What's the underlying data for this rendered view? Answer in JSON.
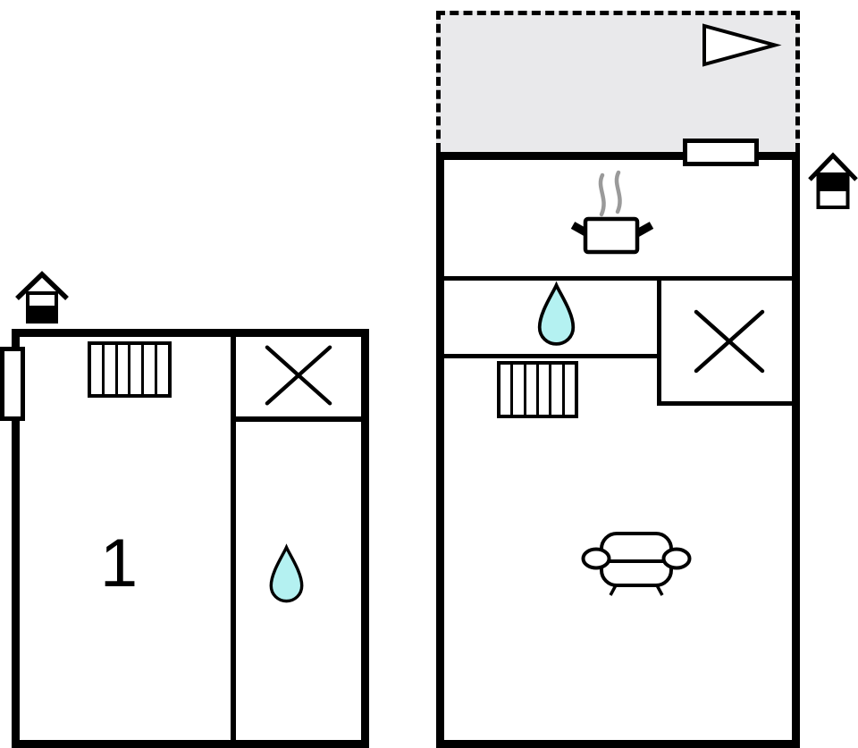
{
  "colors": {
    "wall": "#000000",
    "background": "#ffffff",
    "terrace_fill": "#e9e9eb",
    "water_drop_fill": "#b4f1f1",
    "steam": "#9a9a9a"
  },
  "left_unit": {
    "room_label": "1",
    "symbols": [
      "house-level-icon",
      "window-opening",
      "radiator-icon",
      "x-marker-icon",
      "water-drop-icon"
    ]
  },
  "right_unit": {
    "symbols": [
      "terrace-area",
      "direction-arrow-icon",
      "entrance-opening",
      "house-level-icon",
      "stove-pot-icon",
      "steam-icon",
      "water-drop-icon",
      "x-marker-icon",
      "radiator-icon",
      "sofa-icon"
    ]
  }
}
